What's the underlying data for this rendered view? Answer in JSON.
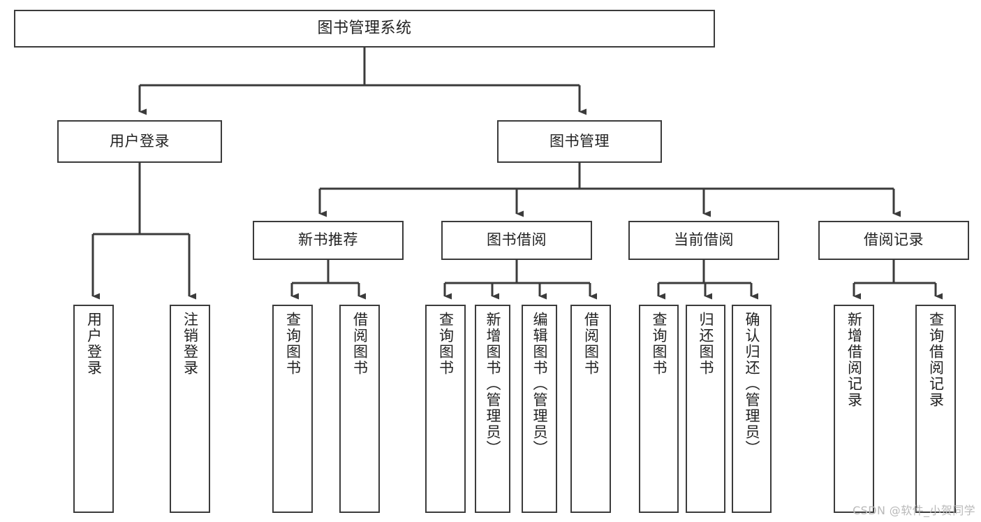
{
  "diagram": {
    "type": "hierarchy-tree",
    "title": "图书管理系统",
    "watermark": "CSDN @软件_小贺同学",
    "colors": {
      "box_border": "#3b3b3b",
      "box_fill": "#ffffff",
      "connector": "#3b3b3b",
      "text": "#222222",
      "watermark": "#b9b9b9",
      "background": "#ffffff"
    },
    "root": {
      "label": "图书管理系统"
    },
    "level2": [
      {
        "label": "用户登录"
      },
      {
        "label": "图书管理"
      }
    ],
    "level3": [
      {
        "label": "新书推荐"
      },
      {
        "label": "图书借阅"
      },
      {
        "label": "当前借阅"
      },
      {
        "label": "借阅记录"
      }
    ],
    "leaves": {
      "user_login": [
        {
          "label": "用户登录"
        },
        {
          "label": "注销登录"
        }
      ],
      "new_book_recommend": [
        {
          "label": "查询图书"
        },
        {
          "label": "借阅图书"
        }
      ],
      "book_borrow": [
        {
          "label": "查询图书"
        },
        {
          "label": "新增图书（管理员）"
        },
        {
          "label": "编辑图书（管理员）"
        },
        {
          "label": "借阅图书"
        }
      ],
      "current_borrow": [
        {
          "label": "查询图书"
        },
        {
          "label": "归还图书"
        },
        {
          "label": "确认归还（管理员）"
        }
      ],
      "borrow_record": [
        {
          "label": "新增借阅记录"
        },
        {
          "label": "查询借阅记录"
        }
      ]
    }
  }
}
